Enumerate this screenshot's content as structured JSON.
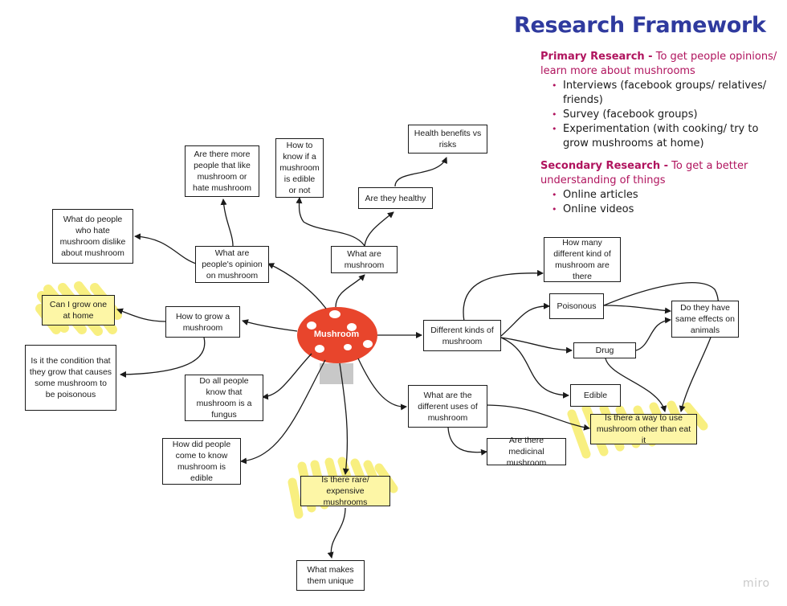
{
  "title": "Research Framework",
  "primary": {
    "label": "Primary Research -",
    "description": " To get people opinions/ learn more about mushrooms",
    "items": [
      "Interviews (facebook groups/ relatives/ friends)",
      "Survey (facebook groups)",
      "Experimentation (with cooking/ try to grow mushrooms at home)"
    ]
  },
  "secondary": {
    "label": "Secondary Research -",
    "description": " To get a better understanding of things",
    "items": [
      "Online articles",
      "Online videos"
    ]
  },
  "center": "Mushroom",
  "nodes": {
    "health_benefits": "Health benefits vs risks",
    "how_to_know_edible": "How to know if a mushroom is edible or not",
    "more_people_like": "Are there more people that like mushroom or hate mushroom",
    "are_they_healthy": "Are they healthy",
    "what_do_haters_dislike": "What do people who hate mushroom dislike about mushroom",
    "peoples_opinion": "What are people's opinion on mushroom",
    "what_are_mushroom": "What are mushroom",
    "how_many_kinds": "How many different kind of mushroom are there",
    "grow_at_home": "Can I grow one at home",
    "how_to_grow": "How to grow a mushroom",
    "poisonous": "Poisonous",
    "same_effects": "Do they have same effects on animals",
    "different_kinds": "Different kinds of mushroom",
    "drug": "Drug",
    "growing_condition": "Is it the condition that they grow that causes some mushroom to be poisonous",
    "fungus": "Do all people know that mushroom is a fungus",
    "edible": "Edible",
    "different_uses": "What are the different uses of mushroom",
    "other_use": "Is there a way to use mushroom other than eat it",
    "medicinal": "Are there medicinal mushroom",
    "came_to_know": "How did people come to know mushroom is edible",
    "rare_expensive": "Is there rare/ expensive mushrooms",
    "what_makes_unique": "What makes them unique"
  },
  "colors": {
    "title": "#2f3a9e",
    "accent": "#b0145e",
    "mushroom_cap": "#e8452c",
    "stem": "#c8c8c8",
    "highlight": "#fdf6a6",
    "scribble": "#f7ec6a"
  },
  "watermark": "miro"
}
